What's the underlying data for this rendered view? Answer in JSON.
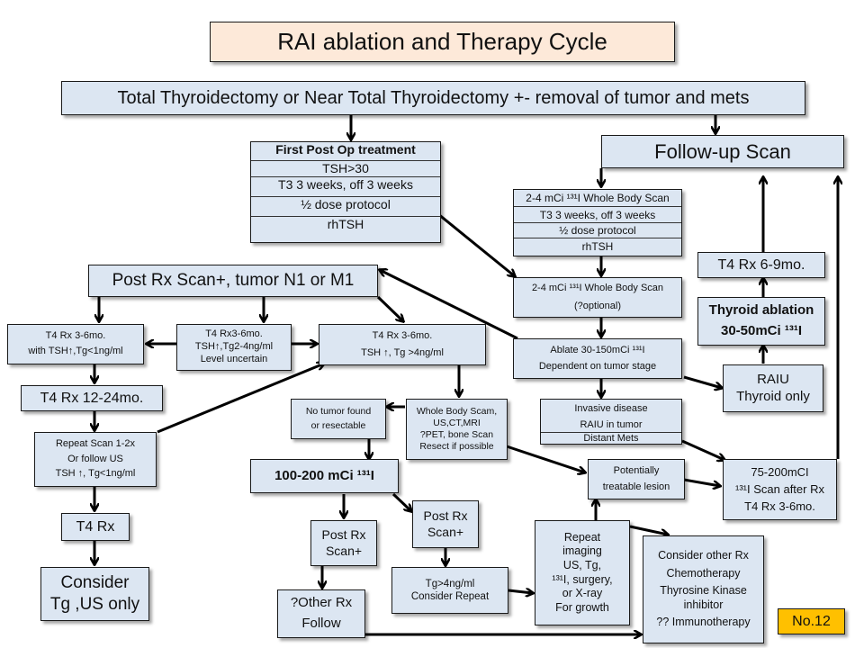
{
  "title": "RAI ablation and Therapy Cycle",
  "badge": "No.12",
  "colors": {
    "box_fill": "#dce6f2",
    "title_fill": "#fde9d9",
    "badge_fill": "#ffc000",
    "border": "#1a1a1a"
  },
  "nodes": {
    "surgery": "Total Thyroidectomy or Near Total Thyroidectomy +- removal of tumor and mets",
    "first_post_op": {
      "rows": [
        "First Post Op treatment",
        "TSH>30",
        "T3 3 weeks,  off 3 weeks",
        "½ dose protocol",
        "rhTSH"
      ]
    },
    "follow_up_scan": "Follow-up Scan",
    "diag_scan": {
      "rows": [
        "2-4 mCi ¹³¹I  Whole Body Scan",
        "T3 3 weeks, off 3 weeks",
        "½ dose protocol",
        "rhTSH"
      ]
    },
    "wbs_optional": {
      "line1": "2-4 mCi ¹³¹I  Whole Body Scan",
      "line2": "(?optional)"
    },
    "ablate": {
      "line1": "Ablate 30-150mCi ¹³¹I",
      "line2": "Dependent on tumor stage"
    },
    "t4_6_9": "T4 Rx 6-9mo.",
    "thyroid_ablation": {
      "line1": "Thyroid ablation",
      "line2": "30-50mCi ¹³¹I"
    },
    "raiu_thyroid": {
      "line1": "RAIU",
      "line2": "Thyroid only"
    },
    "invasive": {
      "rows": [
        "Invasive disease",
        "RAIU in tumor",
        "Distant Mets"
      ]
    },
    "high_dose_75": {
      "line1": "75-200mCI",
      "line2": "¹³¹I Scan after Rx",
      "line3": "T4 Rx 3-6mo."
    },
    "treatable_lesion": {
      "line1": "Potentially",
      "line2": "treatable lesion"
    },
    "post_rx_scan_n1m1": "Post Rx Scan+, tumor N1 or M1",
    "t4_low_tg": {
      "line1": "T4 Rx 3-6mo.",
      "line2": "with TSH↑,Tg<1ng/ml"
    },
    "t4_mid_tg": {
      "line1": "T4 Rx3-6mo.",
      "line2": "TSH↑,Tg2-4ng/ml",
      "line3": "Level uncertain"
    },
    "t4_high_tg": {
      "line1": "T4 Rx 3-6mo.",
      "line2": "TSH ↑, Tg >4ng/ml"
    },
    "t4_12_24": "T4 Rx 12-24mo.",
    "repeat_scan": {
      "line1": "Repeat Scan 1-2x",
      "line2": "Or follow  US",
      "line3": "TSH ↑, Tg<1ng/ml"
    },
    "t4_rx": "T4 Rx",
    "consider_tg_us": {
      "line1": "Consider",
      "line2": "Tg ,US only"
    },
    "no_tumor": {
      "line1": "No tumor found",
      "line2": "or resectable"
    },
    "whole_body_workup": {
      "line1": "Whole Body Scam,",
      "line2": "US,CT,MRI",
      "line3": "?PET, bone Scan",
      "line4": "Resect if possible"
    },
    "high_dose_100": "100-200  mCi ¹³¹I",
    "post_rx_scan_a": {
      "line1": "Post Rx",
      "line2": "Scan+"
    },
    "post_rx_scan_b": {
      "line1": "Post Rx",
      "line2": "Scan+"
    },
    "other_rx_follow": {
      "line1": "?Other Rx",
      "line2": "Follow"
    },
    "tg_repeat": {
      "line1": "Tg>4ng/ml",
      "line2": "Consider Repeat"
    },
    "repeat_imaging": {
      "line1": "Repeat",
      "line2": "imaging",
      "line3": "US, Tg,",
      "line4": "¹³¹I, surgery,",
      "line5": "or X-ray",
      "line6": "For growth"
    },
    "other_rx": {
      "line1": "Consider other Rx",
      "line2": "Chemotherapy",
      "line3": "Thyrosine Kinase",
      "line4": "inhibitor",
      "line5": "?? Immunotherapy"
    }
  }
}
